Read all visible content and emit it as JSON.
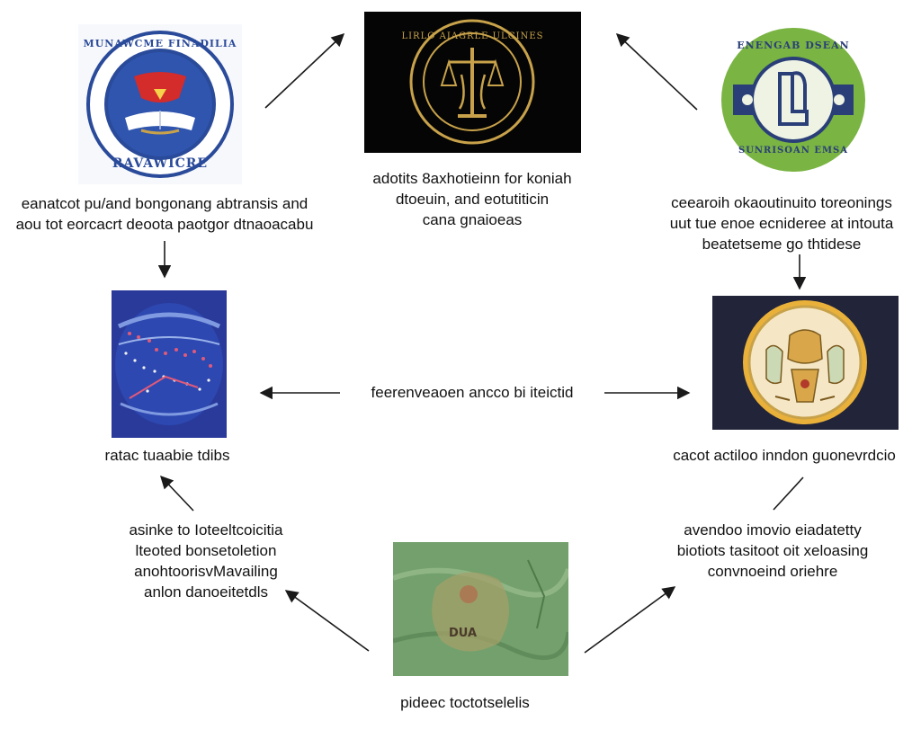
{
  "colors": {
    "arrow": "#1a1a1a",
    "seal_blue": "#2a4a9a",
    "seal_red": "#d42b2b",
    "seal_gold": "#c8a24a",
    "emblem_green": "#7ab443",
    "emblem_navy": "#2a3f78",
    "globe_blue": "#2a3a9a",
    "map_green": "#6f9a6a"
  },
  "nodes": {
    "top_left": {
      "image": "university-seal",
      "emblem_ring_text": "MUNAWCME FINADILIA",
      "emblem_bottom_text": "RAVAWICRE",
      "caption_lines": [
        "eanatcot pu/and bongonang abtransis and",
        "aou tot eorcacrt deoota paotgor dtnaoacabu"
      ]
    },
    "top_center": {
      "image": "gold-scales-emblem",
      "emblem_ring_text": "LIRLO AIAGRLE ULGINES",
      "caption_lines": [
        "adotits 8axhotieinn for koniah",
        "dtoeuin, and eotutiticin",
        "cana gnaioeas"
      ]
    },
    "top_right": {
      "image": "green-association-emblem",
      "emblem_ring_text": "ENENGAB DSEAN",
      "emblem_bottom_text": "SUNRISOAN EMSA",
      "caption_lines": [
        "ceearoih okaoutinuito toreonings",
        "uut tue enoe ecnideree at intouta",
        "beatetseme go thtidese"
      ]
    },
    "middle_left": {
      "image": "globe-network-map",
      "caption_lines": [
        "ratac tuaabie tdibs"
      ]
    },
    "middle_center": {
      "caption_lines": [
        "feerenveaoen ancco bi iteictid"
      ]
    },
    "middle_right": {
      "image": "ornate-gold-seal",
      "caption_lines": [
        "cacot actiloo inndon guonevrdcio"
      ]
    },
    "bottom_left": {
      "caption_lines": [
        "asinke to Ioteeltcoicitia",
        "lteoted bonsetoletion",
        "anohtoorisvMavailing",
        "anlon danoeitetdls"
      ]
    },
    "bottom_center": {
      "image": "green-map-texture",
      "map_label": "DUA",
      "caption_lines": [
        "pideec toctotselelis"
      ]
    },
    "bottom_right": {
      "caption_lines": [
        "avendoo imovio eiadatetty",
        "biotiots tasitoot oit xeloasing",
        "convnoeind oriehre"
      ]
    }
  }
}
